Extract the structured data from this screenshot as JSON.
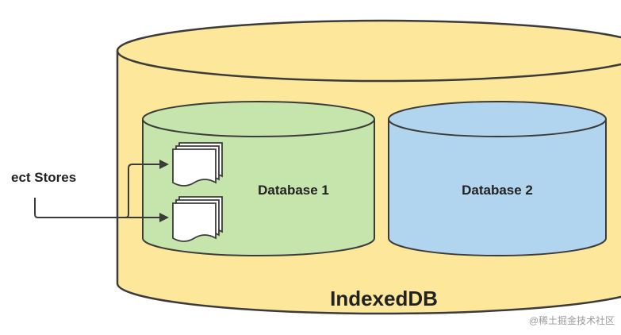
{
  "diagram": {
    "container_label": "IndexedDB",
    "databases": [
      {
        "label": "Database 1",
        "fill": "#c6e5ac",
        "stroke": "#3b3b3b"
      },
      {
        "label": "Database 2",
        "fill": "#b2d5ef",
        "stroke": "#3b3b3b"
      }
    ],
    "object_stores_label": "ect Stores",
    "watermark": "@稀土掘金技术社区"
  },
  "colors": {
    "container_fill": "#fce79a",
    "outline": "#3b3b3b",
    "background": "#ffffff",
    "doc_fill": "#ffffff"
  }
}
